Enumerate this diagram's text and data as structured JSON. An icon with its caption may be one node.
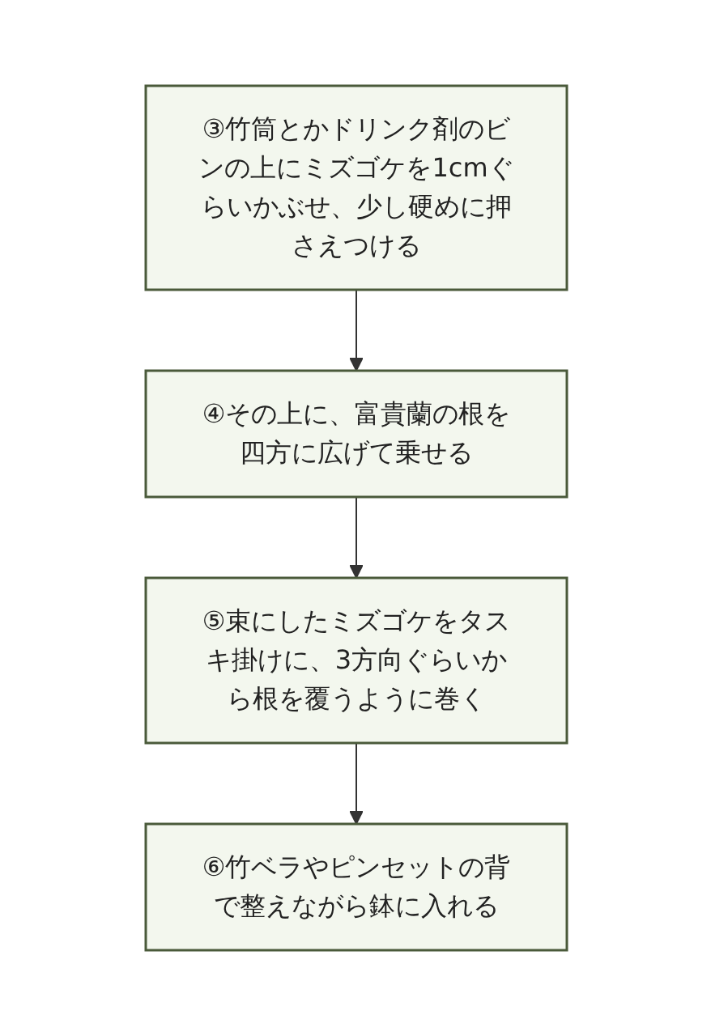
{
  "diagram": {
    "nodes": [
      {
        "text": [
          "③竹筒とかドリンク剤のビンの上にミズゴケを1cmぐらいかぶせ、少し硬めに押さえつける"
        ]
      },
      {
        "text": [
          "④その上に、富貴蘭の根を四方に広げて乗せる"
        ]
      },
      {
        "text": [
          "⑤束にしたミズゴケをタスキ掛けに、3方向ぐらいから根を覆うように巻く"
        ]
      },
      {
        "text": [
          "⑥竹ベラやピンセットの背で整えながら鉢に入れる"
        ]
      }
    ],
    "edges": [
      {
        "from": 0,
        "to": 1,
        "arrow": "to"
      },
      {
        "from": 1,
        "to": 2,
        "arrow": "to"
      },
      {
        "from": 2,
        "to": 3,
        "arrow": "to"
      }
    ]
  }
}
